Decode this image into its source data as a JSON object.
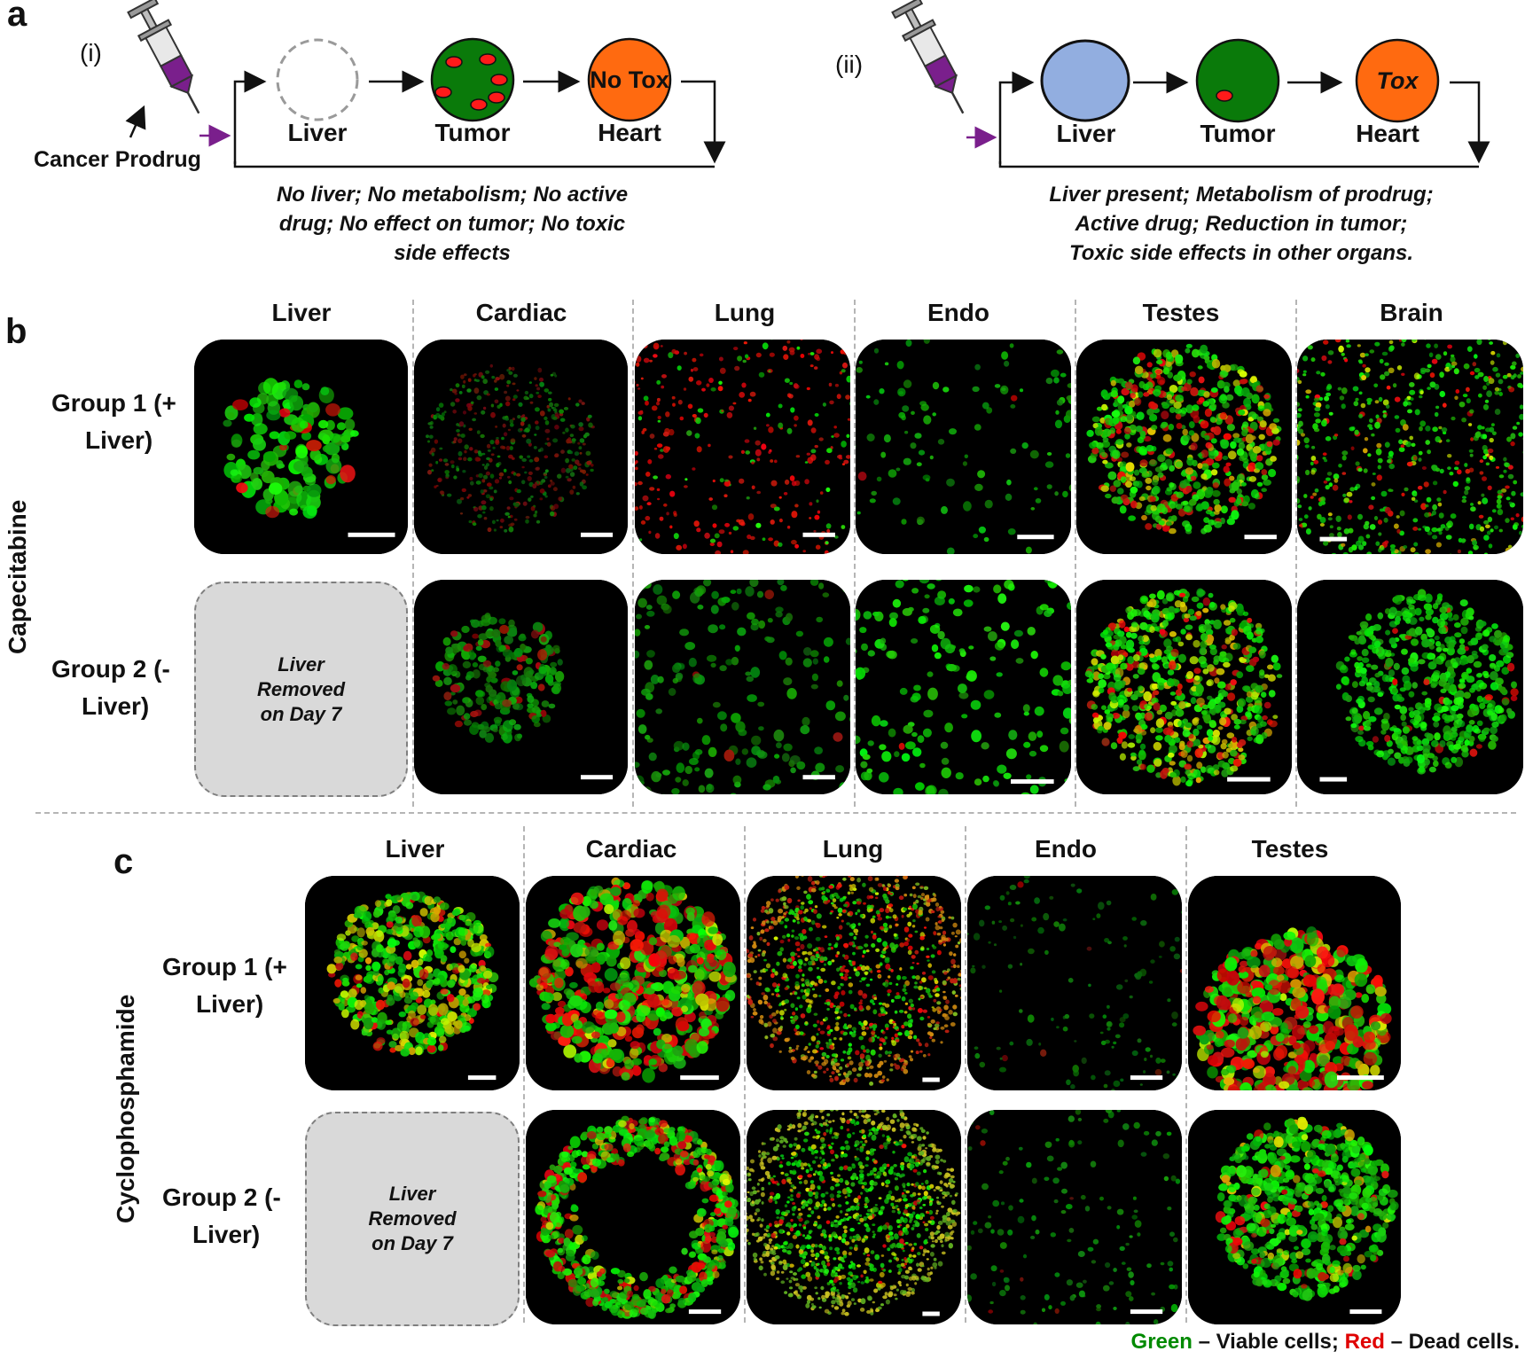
{
  "panel_a": {
    "letter": "a",
    "i": {
      "tag": "(i)",
      "prodrug_label": "Cancer Prodrug",
      "liver": "Liver",
      "tumor": "Tumor",
      "heart": "Heart",
      "heart_badge": "No Tox",
      "note_lines": [
        "No liver; No metabolism; No active",
        "drug; No effect on tumor; No toxic",
        "side effects"
      ]
    },
    "ii": {
      "tag": "(ii)",
      "liver": "Liver",
      "tumor": "Tumor",
      "heart": "Heart",
      "heart_badge": "Tox",
      "note_lines": [
        "Liver present; Metabolism of prodrug;",
        "Active drug; Reduction in tumor;",
        "Toxic side effects in other organs."
      ]
    },
    "colors": {
      "tumor": "#0a7a0a",
      "heart": "#ff6a10",
      "liver_ii": "#92aee0",
      "dead_spot": "#ff1a1a",
      "syringe": "#7a1f8c"
    }
  },
  "panel_b": {
    "letter": "b",
    "drug": "Capecitabine",
    "columns": [
      "Liver",
      "Cardiac",
      "Lung",
      "Endo",
      "Testes",
      "Brain"
    ],
    "rows": [
      {
        "label_lines": [
          "Group 1 (+",
          "Liver)"
        ]
      },
      {
        "label_lines": [
          "Group 2 (-",
          "Liver)"
        ]
      }
    ],
    "removed_lines": [
      "Liver",
      "Removed",
      "on Day 7"
    ]
  },
  "panel_c": {
    "letter": "c",
    "drug": "Cyclophosphamide",
    "columns": [
      "Liver",
      "Cardiac",
      "Lung",
      "Endo",
      "Testes"
    ],
    "rows": [
      {
        "label_lines": [
          "Group 1 (+",
          "Liver)"
        ]
      },
      {
        "label_lines": [
          "Group 2 (-",
          "Liver)"
        ]
      }
    ],
    "removed_lines": [
      "Liver",
      "Removed",
      "on Day 7"
    ]
  },
  "legend": {
    "green_word": "Green",
    "green_text": " – Viable cells; ",
    "red_word": "Red",
    "red_text": " – Dead cells."
  }
}
